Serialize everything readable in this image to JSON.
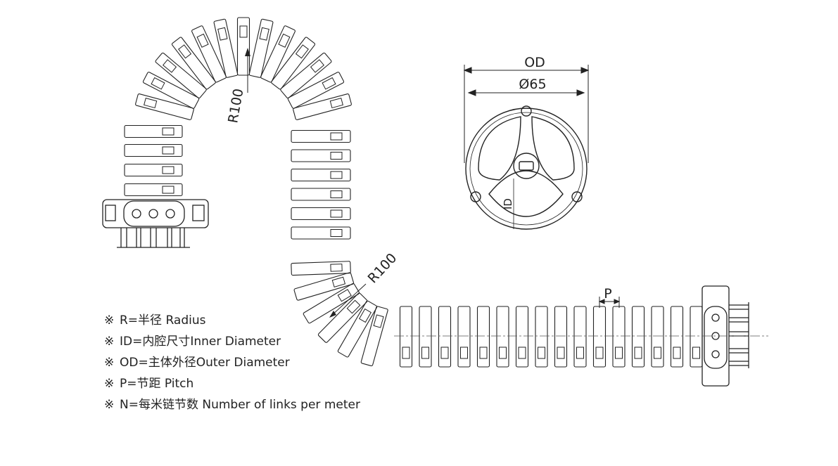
{
  "dimensions": {
    "od_label": "OD",
    "diameter_label": "Ø65",
    "id_label": "ID",
    "radius_label_top": "R100",
    "radius_label_bottom": "R100",
    "pitch_label": "P"
  },
  "legend": [
    {
      "mark": "※",
      "text": "R=半径 Radius"
    },
    {
      "mark": "※",
      "text": "ID=内腔尺寸Inner Diameter"
    },
    {
      "mark": "※",
      "text": "OD=主体外径Outer Diameter"
    },
    {
      "mark": "※",
      "text": "P=节距 Pitch"
    },
    {
      "mark": "※",
      "text": "N=每米链节数 Number of links per meter"
    }
  ],
  "colors": {
    "line": "#222222",
    "center_line": "#555555"
  }
}
